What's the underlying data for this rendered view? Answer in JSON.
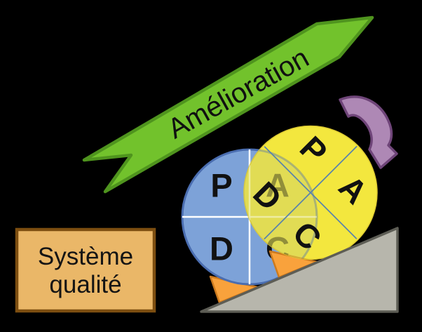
{
  "banner": {
    "label": "Amélioration",
    "fill": "#72c22c",
    "border": "#4f941e",
    "text_color": "#101010"
  },
  "quality_box": {
    "line1": "Système",
    "line2": "qualité",
    "fill": "#eab768",
    "border": "#7d4e10",
    "text_color": "#141414"
  },
  "rear_wheel": {
    "top_left": "P",
    "top_right": "A",
    "bottom_left": "D",
    "bottom_right": "C",
    "fill": "#7da2d8",
    "border": "#4a6db0",
    "divider_color": "#ffffff",
    "letter_color": "#111111"
  },
  "front_wheel": {
    "top": "P",
    "right": "A",
    "bottom": "C",
    "left": "D",
    "rotation_deg": 45,
    "fill": "#f3e73e",
    "border": "#decb32",
    "divider_color": "#5b84ab",
    "letter_color": "#111111"
  },
  "chocks": {
    "fill": "#f9a23c",
    "border": "#cd7a1e"
  },
  "slope": {
    "fill": "#b7b6ac",
    "border": "#5d5d55"
  },
  "rotation_arrow": {
    "fill": "#ae88b5",
    "border": "#6f4579"
  },
  "background_color": "#000000"
}
